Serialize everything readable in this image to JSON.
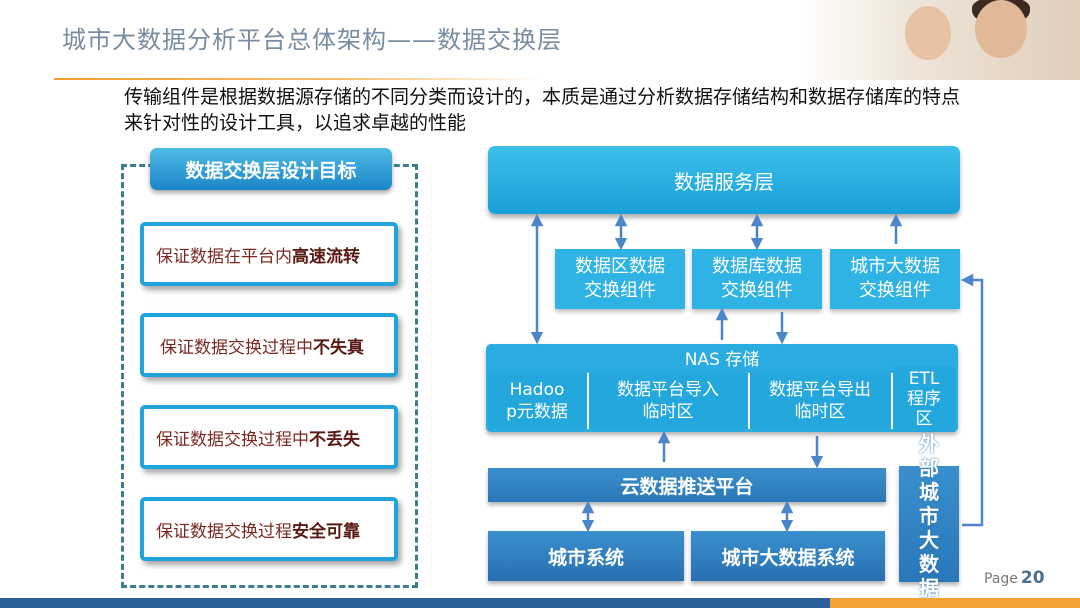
{
  "header": {
    "title": "城市大数据分析平台总体架构——数据交换层",
    "description": "传输组件是根据数据源存储的不同分类而设计的，本质是通过分析数据存储结构和数据存储库的特点来针对性的设计工具，以追求卓越的性能"
  },
  "goals": {
    "heading": "数据交换层设计目标",
    "items": [
      {
        "prefix": "保证数据在平台内",
        "emphasis": "高速流转"
      },
      {
        "prefix": "保证数据交换过程中",
        "emphasis": "不失真"
      },
      {
        "prefix": "保证数据交换过程中",
        "emphasis": "不丢失"
      },
      {
        "prefix": "保证数据交换过程",
        "emphasis": "安全可靠"
      }
    ]
  },
  "diagram": {
    "service_layer": "数据服务层",
    "components": [
      "数据区数据\n交换组件",
      "数据库数据\n交换组件",
      "城市大数据\n交换组件"
    ],
    "nas_label": "NAS  存储",
    "nas_cells": [
      "Hadoo\np元数据",
      "数据平台导入\n临时区",
      "数据平台导出\n临时区",
      "ETL\n程序\n区"
    ],
    "cloud_platform": "云数据推送平台",
    "systems": [
      "城市系统",
      "城市大数据系统"
    ],
    "external": "外部城市大数据"
  },
  "colors": {
    "accent_blue": "#21a4da",
    "dark_blue": "#2b5f9a",
    "orange": "#f3a234",
    "goal_text": "#7b2a23"
  },
  "footer": {
    "page_label": "Page",
    "page_number": "20"
  }
}
